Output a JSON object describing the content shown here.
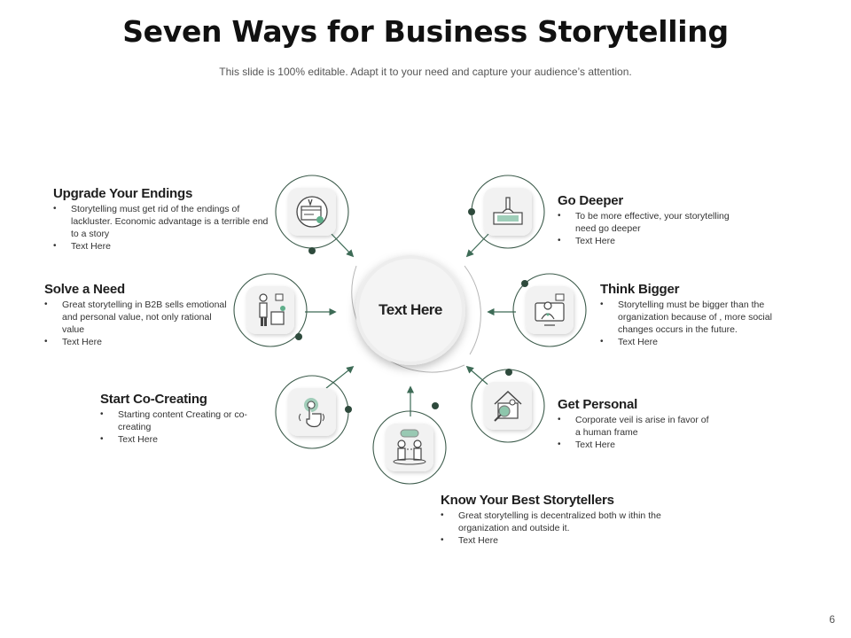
{
  "title": "Seven Ways for Business Storytelling",
  "subtitle": "This slide is 100% editable. Adapt it to your need and capture your audience’s attention.",
  "center_label": "Text Here",
  "page_number": "6",
  "colors": {
    "accent": "#5fae8a",
    "dark": "#2e4a3c",
    "ring": "#3d5c4c",
    "arrow": "#3d6b56"
  },
  "items": [
    {
      "id": "upgrade",
      "title": "Upgrade Your Endings",
      "icon": "browser-settings-icon",
      "bullets": [
        "Storytelling must get rid of the endings of lackluster. Economic advantage is a terrible end to a story",
        "Text Here"
      ]
    },
    {
      "id": "deeper",
      "title": "Go Deeper",
      "icon": "money-plunger-icon",
      "bullets": [
        "To be more effective, your storytelling need go deeper",
        "Text Here"
      ]
    },
    {
      "id": "need",
      "title": "Solve a Need",
      "icon": "person-puzzle-icon",
      "bullets": [
        "Great storytelling in B2B sells emotional and personal value, not only rational value",
        "Text Here"
      ]
    },
    {
      "id": "bigger",
      "title": "Think Bigger",
      "icon": "presenter-monitor-icon",
      "bullets": [
        "Storytelling must be bigger than the organization because of , more social changes occurs in the future.",
        "Text Here"
      ]
    },
    {
      "id": "cocreate",
      "title": "Start Co-Creating",
      "icon": "touch-hand-icon",
      "bullets": [
        "Starting content Creating or co-creating",
        "Text Here"
      ]
    },
    {
      "id": "personal",
      "title": "Get Personal",
      "icon": "house-magnifier-icon",
      "bullets": [
        "Corporate veil is arise in favor of a human frame",
        "Text Here"
      ]
    },
    {
      "id": "storytellers",
      "title": "Know Your Best Storytellers",
      "icon": "two-people-chat-icon",
      "bullets": [
        "Great storytelling is decentralized both w ithin the organization and outside it.",
        "Text Here"
      ]
    }
  ]
}
